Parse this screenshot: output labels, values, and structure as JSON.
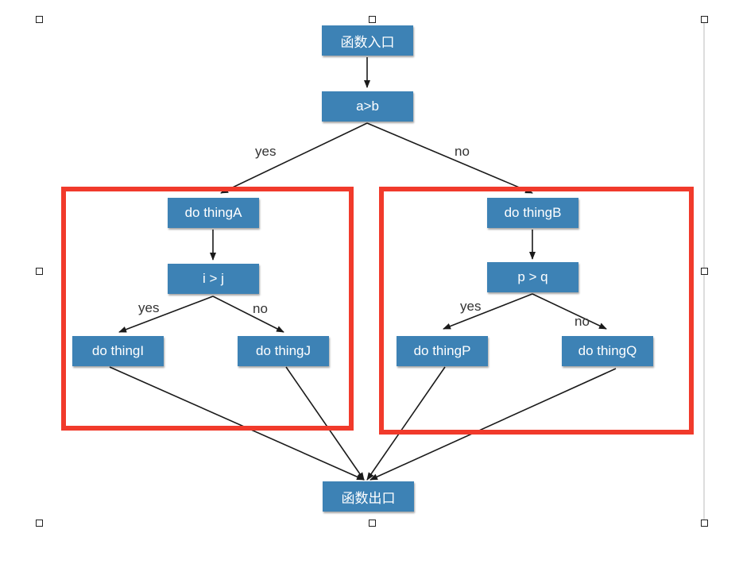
{
  "nodes": {
    "entry": "函数入口",
    "cond_ab": "a>b",
    "do_a": "do thingA",
    "cond_ij": "i > j",
    "do_i": "do thingI",
    "do_j": "do thingJ",
    "do_b": "do thingB",
    "cond_pq": "p > q",
    "do_p": "do thingP",
    "do_q": "do thingQ",
    "exit": "函数出口"
  },
  "edge_labels": {
    "ab_yes": "yes",
    "ab_no": "no",
    "ij_yes": "yes",
    "ij_no": "no",
    "pq_yes": "yes",
    "pq_no": "no"
  },
  "colors": {
    "node_fill": "#3d82b5",
    "node_text": "#ffffff",
    "group_frame": "#f13a2b",
    "arrow": "#1a1a1a"
  }
}
